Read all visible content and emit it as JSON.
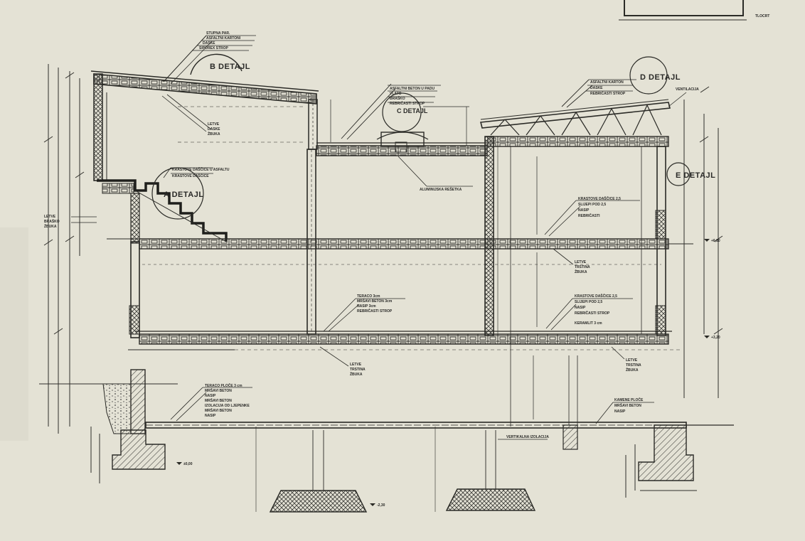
{
  "drawing": {
    "corner_label": "TLOCRT",
    "details": {
      "a": "A DETAJL",
      "b": "B DETAJL",
      "c": "C DETAJL",
      "d": "D DETAJL",
      "e": "E DETAJL"
    },
    "annotations": {
      "roof_left": [
        "STUPNA PAR.",
        "ASFALTNI KARTONI",
        "DASKE",
        "SIPOREX STROP"
      ],
      "roof_left_mid": [
        "LETVE",
        "DASKE",
        "ŽBUKA"
      ],
      "stair_finish": [
        "KRASTOVE DAŠČICE U ASFALTU",
        "KRASTOVE DAŠČICE"
      ],
      "left_wall": [
        "LETVE",
        "BRAŠKO",
        "ŽBUKA"
      ],
      "flat_roof_c": [
        "ASFALTNI BETON U PADU",
        "VLATO",
        "BRAŠKO",
        "REBRIČASTI STROP"
      ],
      "skylight": "ALUMINIJSKA REŠETKA",
      "roof_d": [
        "ASFALTNI KARTON",
        "DASKE",
        "REBRIČASTI STROP"
      ],
      "right_slope": "VENTILACIJA",
      "floor_upper_right": [
        "KRASTOVE DAŠČICE 2,5",
        "SLIJEPI POD 2,5",
        "NASIP",
        "REBRIČASTI"
      ],
      "floor_upper_right_2": [
        "LETVE",
        "TRSTINA",
        "ŽBUKA"
      ],
      "floor_mid_left": [
        "TERACO 3cm",
        "MRŠAVI BETON 3cm",
        "NASIP 3cm",
        "REBRIČASTI STROP"
      ],
      "floor_mid_right": [
        "KRASTOVE DAŠČICE 2,5",
        "SLIJEPI POD 2,5",
        "NASIP",
        "REBRIČASTI STROP",
        "KERAMLIT 3 cm"
      ],
      "floor_mid_left_2": [
        "LETVE",
        "TRSTINA",
        "ŽBUKA"
      ],
      "floor_mid_right_2": [
        "LETVE",
        "TRSTINA",
        "ŽBUKA"
      ],
      "ground_floor": [
        "TERACO PLOČE 3 cm",
        "MRŠAVI BETON",
        "NASIP",
        "MRŠAVI BETON",
        "IZOLACIJA OD LJEPENKE",
        "MRŠAVI BETON",
        "NASIP"
      ],
      "ground_right": [
        "KAMENE PLOČE",
        "MRŠAVI BETON",
        "NASIP"
      ],
      "vertical_isolation": "VERTIKALNA IZOLACIJA"
    },
    "levels": [
      "+6,80",
      "+3,20",
      "±0,00",
      "-2,30"
    ]
  }
}
